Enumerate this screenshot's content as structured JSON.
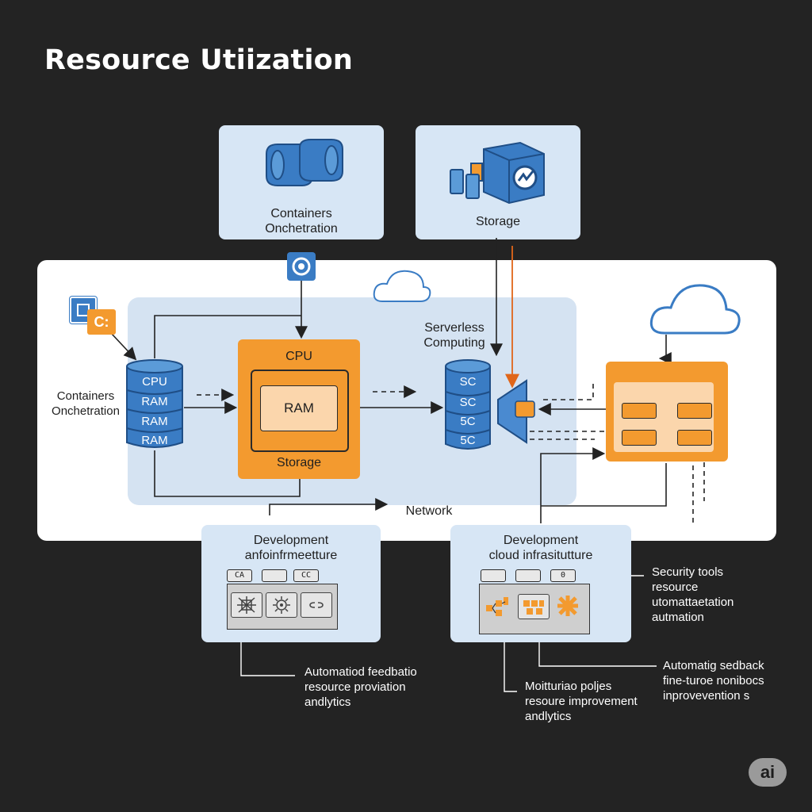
{
  "title": "Resource Utiization",
  "top_cards": {
    "containers": "Containers\nOnchetration",
    "storage": "Storage"
  },
  "main": {
    "left_label": "Containers\nOnchetration",
    "db_items": [
      "CPU",
      "RAM",
      "RAM",
      "RAM"
    ],
    "cpu_box": {
      "top": "CPU",
      "middle": "RAM",
      "bottom": "Storage"
    },
    "serverless": "Serverless\nComputing",
    "sc_items": [
      "SC",
      "SC",
      "5C",
      "5C"
    ],
    "network": "Network",
    "badge_text": "C:"
  },
  "bottom": {
    "left_card": {
      "title": "Development\nanfoinfrmeetture",
      "chips": [
        "CA",
        "",
        "CC"
      ]
    },
    "right_card": {
      "title": "Development\ncloud infrasitutture",
      "chips": [
        "",
        "",
        "0"
      ]
    }
  },
  "annotations": {
    "security": "Security tools\nresource\nutomattaetation\nautmation",
    "automated_left": "Automatiod feedbatio\nresource proviation\nandlytics",
    "monitoring": "Moitturiao poljes\nresoure improvement\nandlytics",
    "automatic_right": "Automatig sedback\nfine-turoe nonibocs\ninprovevention s"
  },
  "watermark": "ai",
  "colors": {
    "background": "#232323",
    "card": "#d7e6f5",
    "orange": "#f39a2f",
    "blue": "#3a7cc4",
    "panel": "#ffffff"
  }
}
